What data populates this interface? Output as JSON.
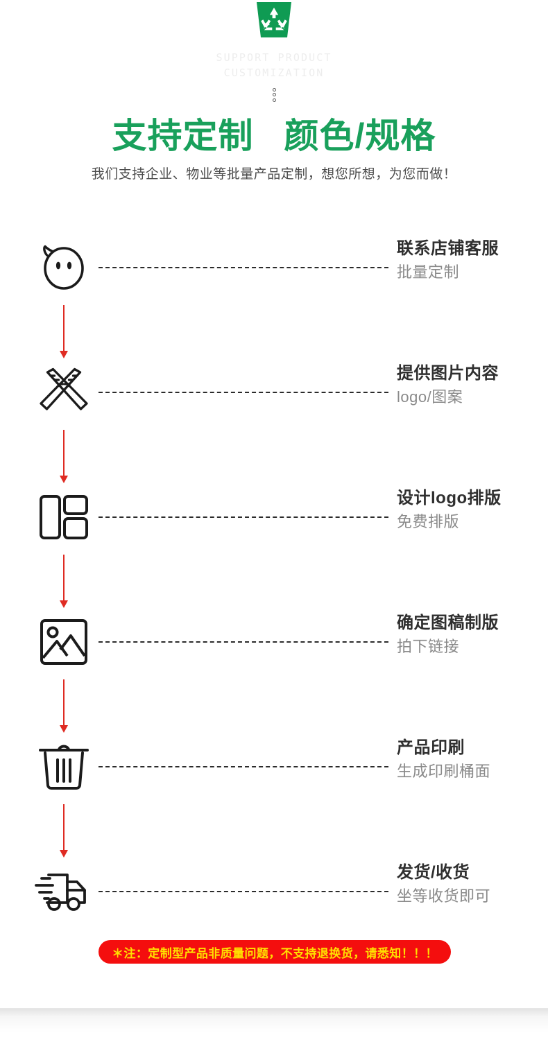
{
  "header": {
    "logo_icon": "recycle-bin-icon",
    "english_line1": "SUPPORT PRODUCT",
    "english_line2": "CUSTOMIZATION",
    "title_part1": "支持定制",
    "title_part2": "颜色/规格",
    "subtitle": "我们支持企业、物业等批量产品定制，想您所想，为您而做！",
    "accent_green": "#19a05b",
    "english_gray": "#ededed"
  },
  "steps": [
    {
      "icon": "speech-bubble-face-icon",
      "title": "联系店铺客服",
      "subtitle": "批量定制"
    },
    {
      "icon": "pencil-ruler-icon",
      "title": "提供图片内容",
      "subtitle": "logo/图案"
    },
    {
      "icon": "layout-grid-icon",
      "title": "设计logo排版",
      "subtitle": "免费排版"
    },
    {
      "icon": "image-picture-icon",
      "title": "确定图稿制版",
      "subtitle": "拍下链接"
    },
    {
      "icon": "trash-bin-icon",
      "title": "产品印刷",
      "subtitle": "生成印刷桶面"
    },
    {
      "icon": "delivery-truck-icon",
      "title": "发货/收货",
      "subtitle": "坐等收货即可"
    }
  ],
  "notice": {
    "text": "＊注：定制型产品非质量问题，不支持退换货，请悉知！！！",
    "background_color": "#f40e0e",
    "text_color": "#ffe000"
  },
  "arrow_color": "#df2b23"
}
